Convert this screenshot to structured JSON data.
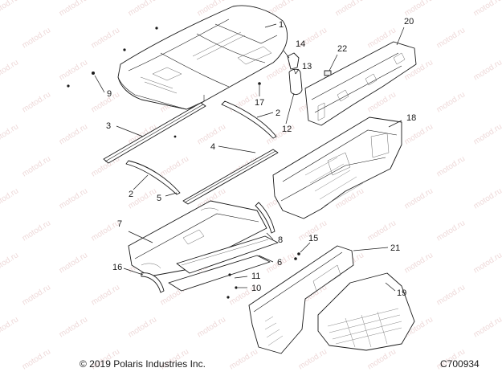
{
  "diagram": {
    "callouts": [
      {
        "id": "c1",
        "label": "1"
      },
      {
        "id": "c2a",
        "label": "2"
      },
      {
        "id": "c2b",
        "label": "2"
      },
      {
        "id": "c3",
        "label": "3"
      },
      {
        "id": "c4",
        "label": "4"
      },
      {
        "id": "c5",
        "label": "5"
      },
      {
        "id": "c6",
        "label": "6"
      },
      {
        "id": "c7",
        "label": "7"
      },
      {
        "id": "c8",
        "label": "8"
      },
      {
        "id": "c9",
        "label": "9"
      },
      {
        "id": "c10",
        "label": "10"
      },
      {
        "id": "c11",
        "label": "11"
      },
      {
        "id": "c12",
        "label": "12"
      },
      {
        "id": "c13",
        "label": "13"
      },
      {
        "id": "c14",
        "label": "14"
      },
      {
        "id": "c15",
        "label": "15"
      },
      {
        "id": "c16",
        "label": "16"
      },
      {
        "id": "c17",
        "label": "17"
      },
      {
        "id": "c18",
        "label": "18"
      },
      {
        "id": "c19",
        "label": "19"
      },
      {
        "id": "c20",
        "label": "20"
      },
      {
        "id": "c21",
        "label": "21"
      },
      {
        "id": "c22",
        "label": "22"
      }
    ]
  },
  "watermark": {
    "text": "motod.ru"
  },
  "footer": {
    "copyright": "© 2019 Polaris Industries Inc.",
    "drawing_id": "C700934"
  }
}
